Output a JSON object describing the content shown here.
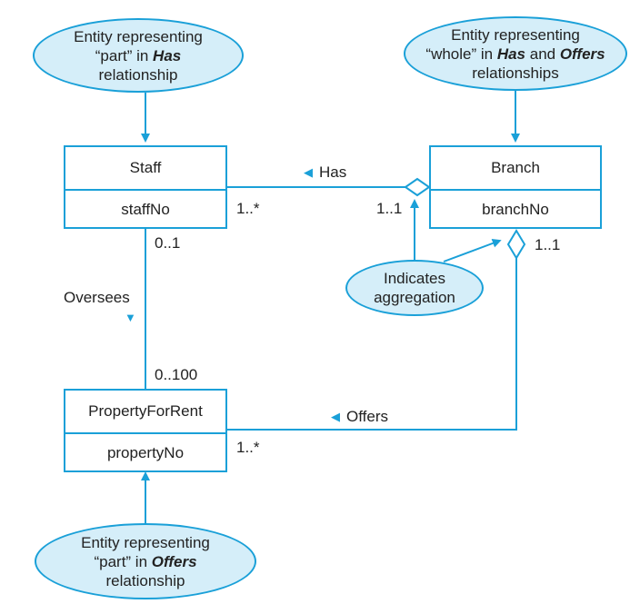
{
  "entities": {
    "staff": {
      "name": "Staff",
      "attribute": "staffNo"
    },
    "branch": {
      "name": "Branch",
      "attribute": "branchNo"
    },
    "property": {
      "name": "PropertyForRent",
      "attribute": "propertyNo"
    }
  },
  "relationships": {
    "has": {
      "label": "Has",
      "staff_multiplicity": "1..*",
      "branch_multiplicity": "1..1"
    },
    "oversees": {
      "label": "Oversees",
      "staff_multiplicity": "0..1",
      "property_multiplicity": "0..100"
    },
    "offers": {
      "label": "Offers",
      "property_multiplicity": "1..*",
      "branch_multiplicity": "1..1"
    }
  },
  "callouts": {
    "staff_part": {
      "line1": "Entity representing",
      "line2_pre": "“part” in ",
      "line2_bold": "Has",
      "line2_mid": "",
      "line2_bold2": "",
      "line3": "relationship"
    },
    "branch_whole": {
      "line1": "Entity representing",
      "line2_pre": "“whole” in ",
      "line2_bold": "Has",
      "line2_mid": " and ",
      "line2_bold2": "Offers",
      "line3": "relationships"
    },
    "aggregation": {
      "line1": "Indicates",
      "line2": "aggregation"
    },
    "property_part": {
      "line1": "Entity representing",
      "line2_pre": "“part” in ",
      "line2_bold": "Offers",
      "line3": "relationship"
    }
  },
  "colors": {
    "line": "#1aa0d8",
    "callout_fill": "#d5eef9",
    "text": "#222222"
  },
  "icons": {
    "relation_direction": "left-triangle-icon",
    "oversees_direction": "down-triangle-icon",
    "aggregation": "hollow-diamond-icon"
  }
}
